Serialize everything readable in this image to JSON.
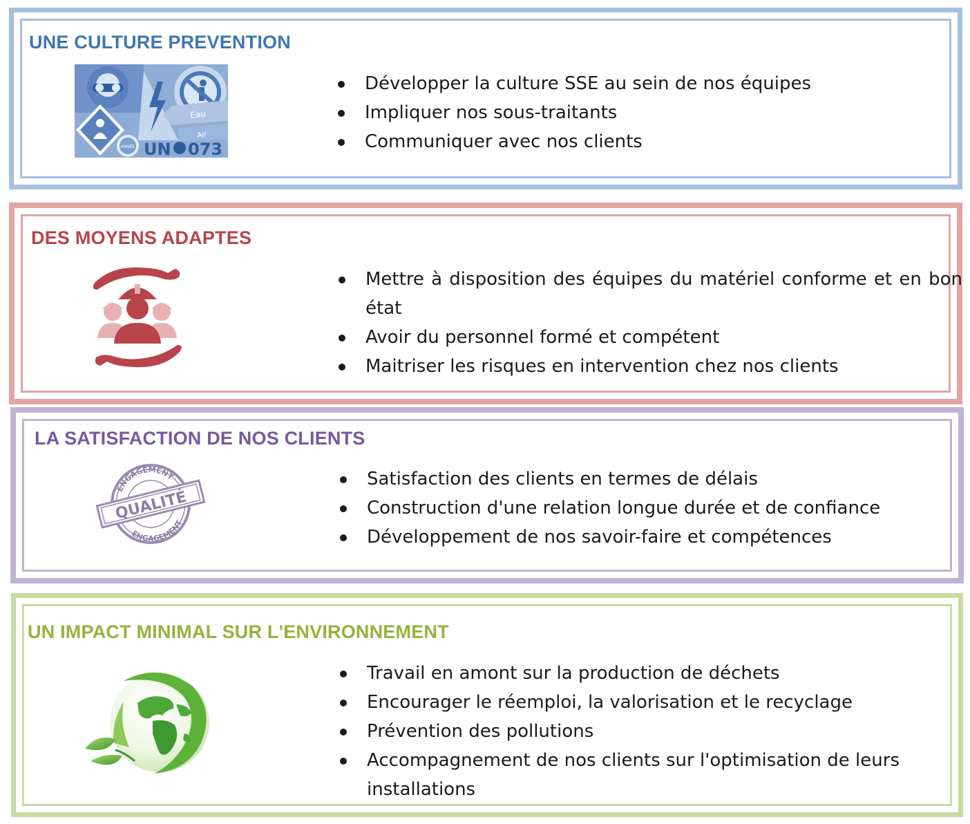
{
  "panels": [
    {
      "title": "UNE CULTURE PREVENTION",
      "accent": "#3f76b6",
      "border_color": "#a5bfdf",
      "icon": "safety-signs-icon",
      "icon_text": {
        "eau": "Eau",
        "air": "Air",
        "un": "UN",
        "number": "073",
        "annee": "ANNÉE"
      },
      "items": [
        "Développer la culture SSE au sein de nos équipes",
        "Impliquer nos sous-traitants",
        "Communiquer avec nos clients"
      ]
    },
    {
      "title": "DES MOYENS ADAPTES",
      "accent": "#b9434a",
      "border_color": "#e3a4a4",
      "icon": "protected-workers-icon",
      "items": [
        "Mettre à disposition des équipes du matériel conforme et en bon état",
        "Avoir du personnel formé et compétent",
        "Maitriser les risques en intervention chez nos clients"
      ]
    },
    {
      "title": "LA SATISFACTION DE NOS CLIENTS",
      "accent": "#7758a1",
      "border_color": "#c1b2d5",
      "icon": "quality-stamp-icon",
      "icon_text": {
        "top": "ENGAGEMENT",
        "center": "QUALITÉ",
        "bottom": "ENGAGEMENT"
      },
      "items": [
        "Satisfaction des clients en termes de délais",
        "Construction d'une relation longue durée et  de confiance",
        "Développement de nos savoir-faire et compétences"
      ]
    },
    {
      "title": "UN IMPACT MINIMAL SUR L'ENVIRONNEMENT",
      "accent": "#93b33c",
      "border_color": "#c8dba1",
      "icon": "green-globe-icon",
      "items": [
        "Travail en amont sur la production de déchets",
        "Encourager le réemploi, la valorisation et le recyclage",
        "Prévention des pollutions",
        "Accompagnement de nos clients sur l'optimisation de leurs installations"
      ]
    }
  ]
}
